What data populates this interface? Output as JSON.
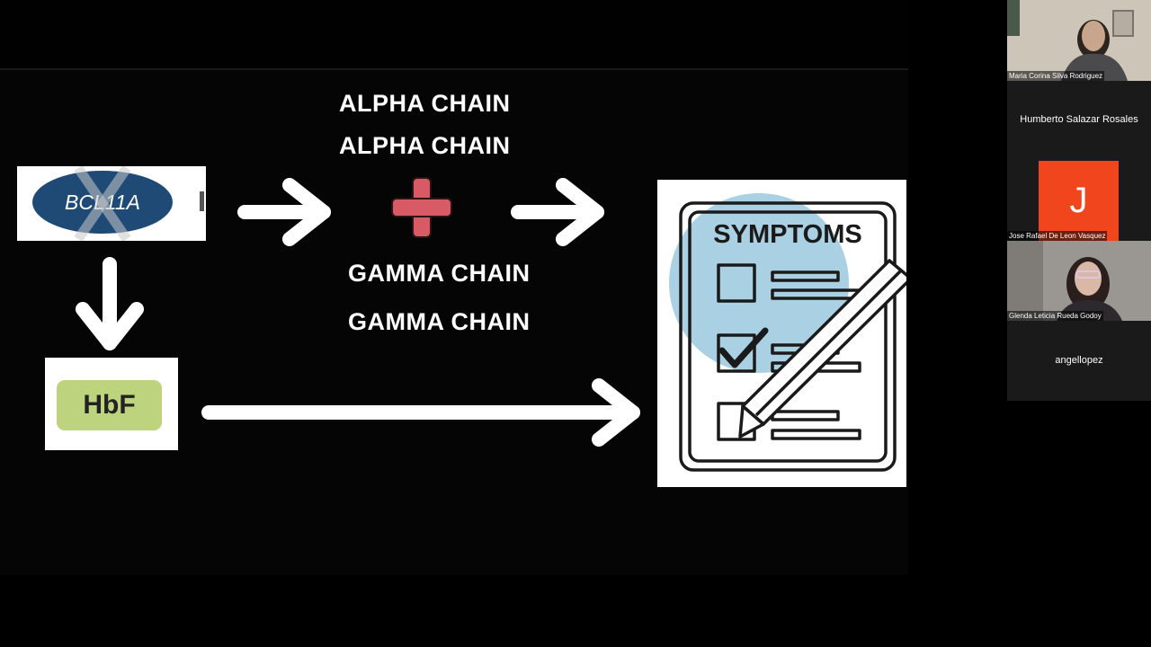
{
  "slide": {
    "alpha_chain_1": "ALPHA CHAIN",
    "alpha_chain_2": "ALPHA CHAIN",
    "gamma_chain_1": "GAMMA CHAIN",
    "gamma_chain_2": "GAMMA CHAIN",
    "bcl11a_label": "BCL11A",
    "hbf_label": "HbF",
    "symptoms_label": "SYMPTOMS",
    "colors": {
      "plus": "#d85a64",
      "bcl_ellipse": "#1f4a76",
      "hbf_pill": "#bdd37e",
      "symptoms_circle": "#a9d0e3"
    }
  },
  "participants": [
    {
      "name": "Maria Corina Silva Rodriguez",
      "video": true
    },
    {
      "name": "Humberto Salazar Rosales",
      "video": false
    },
    {
      "name": "Jose Rafael De Leon Vasquez",
      "video": false,
      "avatar_letter": "J",
      "avatar_color": "#f1461d"
    },
    {
      "name": "Glenda Leticia Rueda Godoy",
      "video": true
    },
    {
      "name": "angellopez",
      "video": false
    }
  ]
}
